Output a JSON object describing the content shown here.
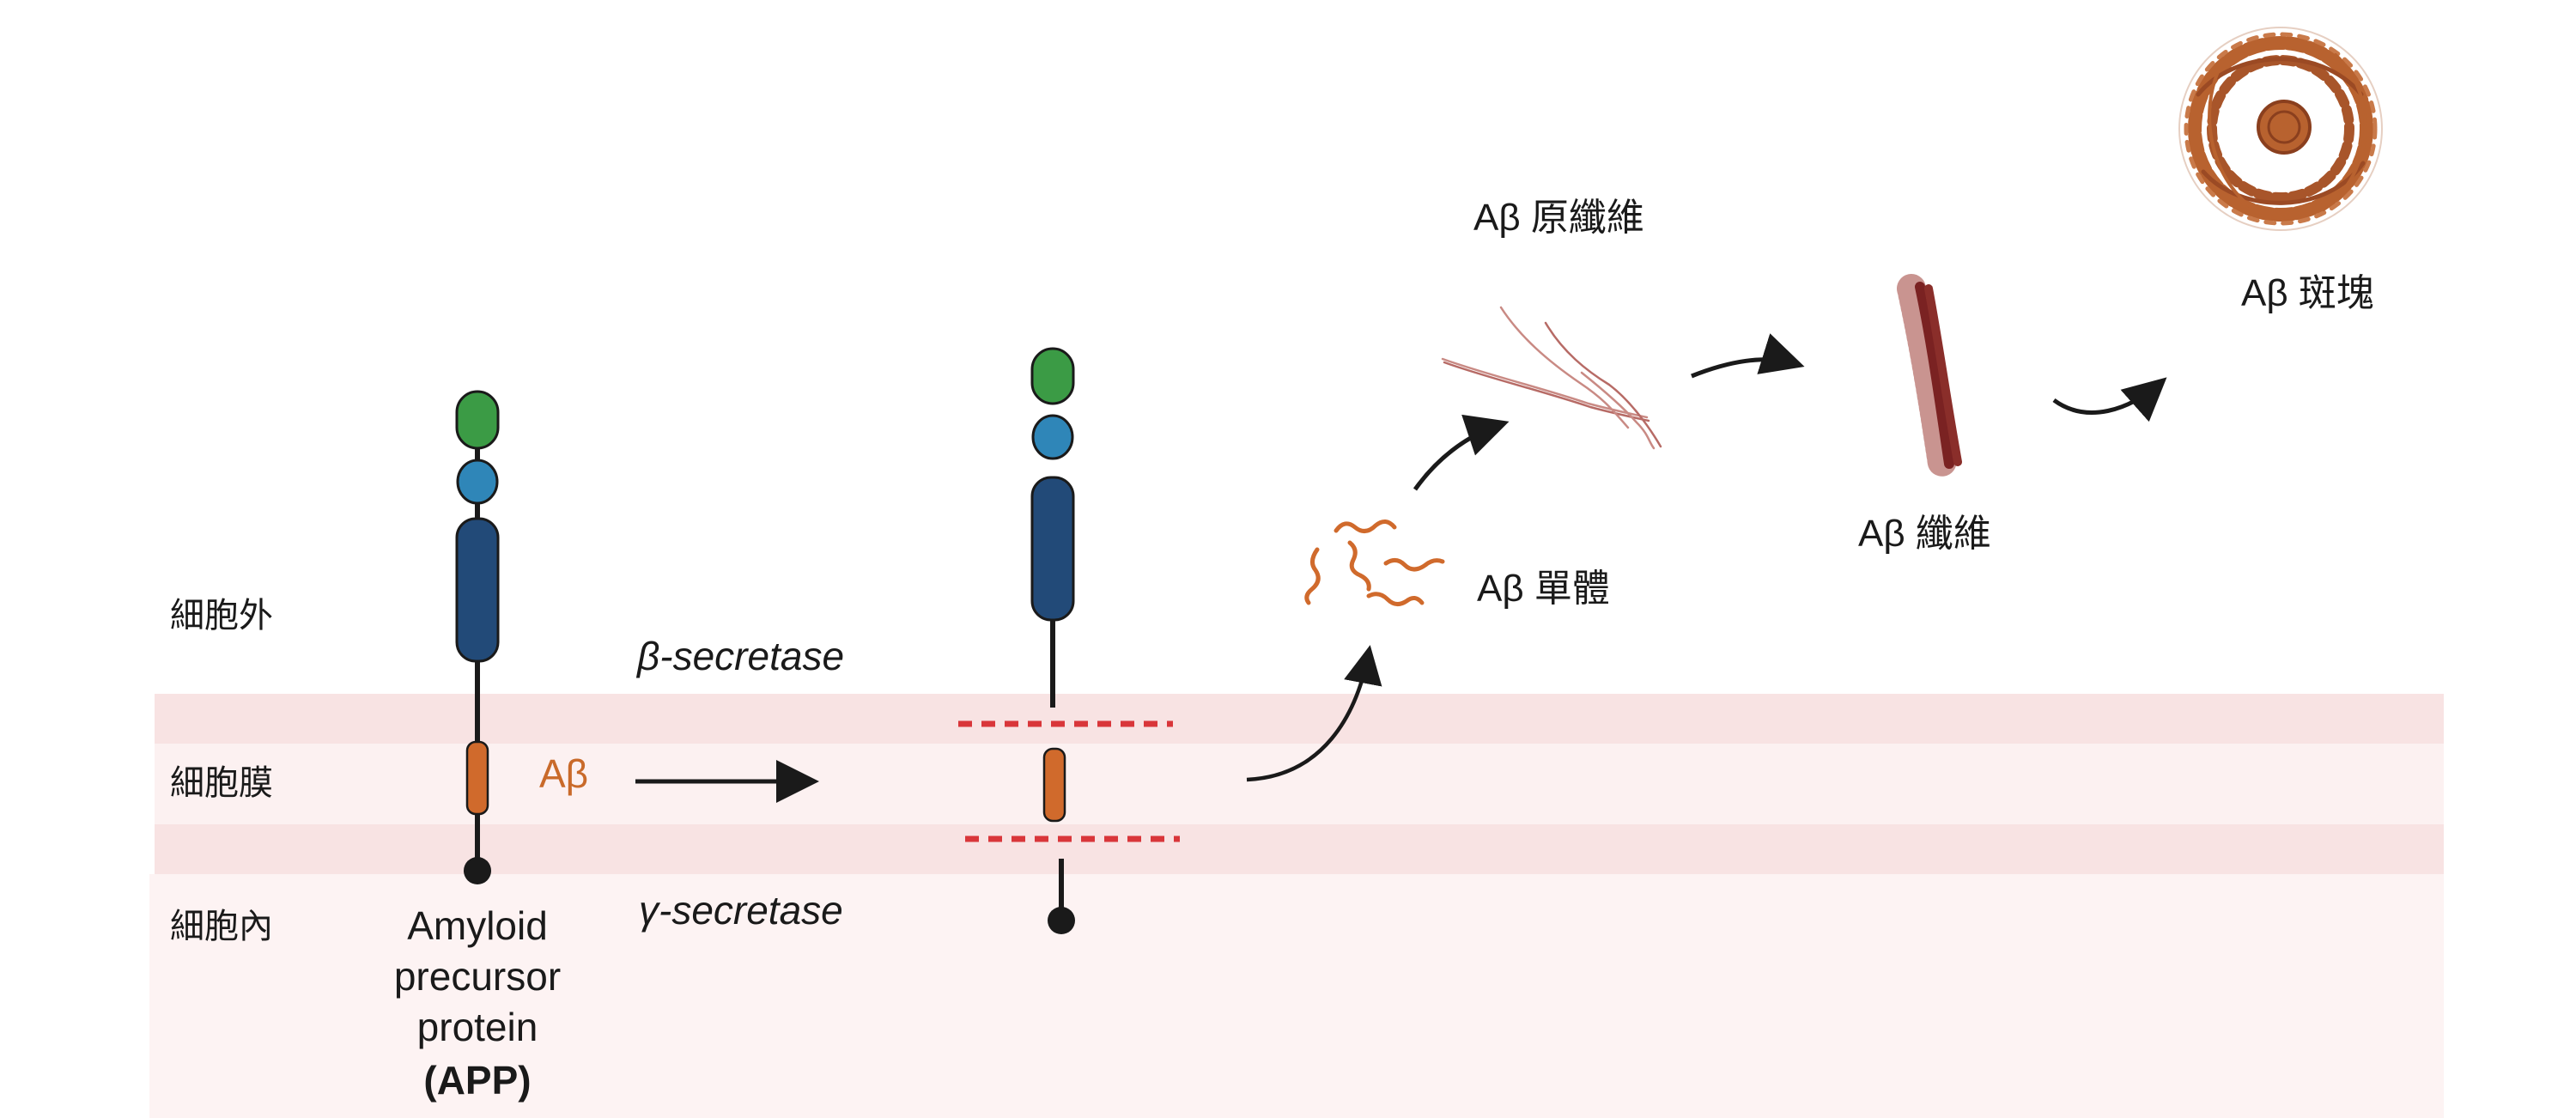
{
  "regions": {
    "extracellular": "細胞外",
    "membrane": "細胞膜",
    "intracellular": "細胞內"
  },
  "app_label": {
    "line1": "Amyloid",
    "line2": "precursor",
    "line3": "protein",
    "line4": "(APP)"
  },
  "abeta_label": "Aβ",
  "enzymes": {
    "beta": "β-secretase",
    "gamma": "γ-secretase"
  },
  "stages": {
    "monomer": "Aβ 單體",
    "protofibril": "Aβ 原纖維",
    "fibril": "Aβ 纖維",
    "plaque": "Aβ 斑塊"
  },
  "colors": {
    "membrane_outer": "#f8e3e3",
    "membrane_inner": "#fcf1f1",
    "cytoplasm": "#fdf3f3",
    "domain_green": "#3b9b45",
    "domain_lightblue": "#2f86b8",
    "domain_darkblue": "#224a78",
    "abeta_orange": "#d06a2c",
    "cleavage_red": "#d9363a",
    "fibril_brown": "#8a2e2a",
    "plaque_brown": "#b8622f"
  }
}
